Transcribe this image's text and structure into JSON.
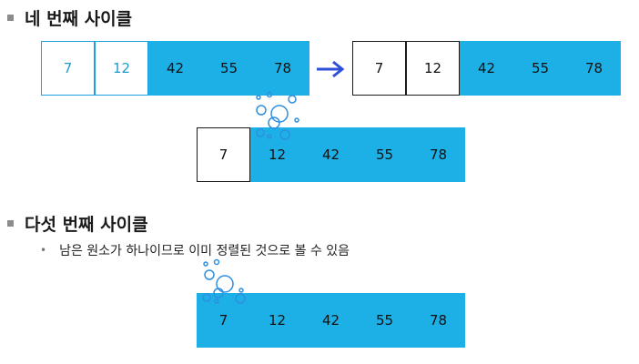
{
  "heading1": "네 번째 사이클",
  "heading2": "다섯 번째 사이클",
  "bullet": "남은 원소가 하나이므로 이미 정렬된 것으로 볼 수 있음",
  "arrays": {
    "before": [
      "7",
      "12",
      "42",
      "55",
      "78"
    ],
    "after": [
      "7",
      "12",
      "42",
      "55",
      "78"
    ],
    "swap": [
      "7",
      "12",
      "42",
      "55",
      "78"
    ],
    "final": [
      "7",
      "12",
      "42",
      "55",
      "78"
    ]
  },
  "colors": {
    "sorted_fill": "#1cb0e6",
    "outline_blue": "#1aa3dd",
    "arrow": "#2f4fd8",
    "bubble": "#2f8fe0"
  },
  "icons": [
    "right-arrow-icon",
    "bubbles-icon"
  ]
}
